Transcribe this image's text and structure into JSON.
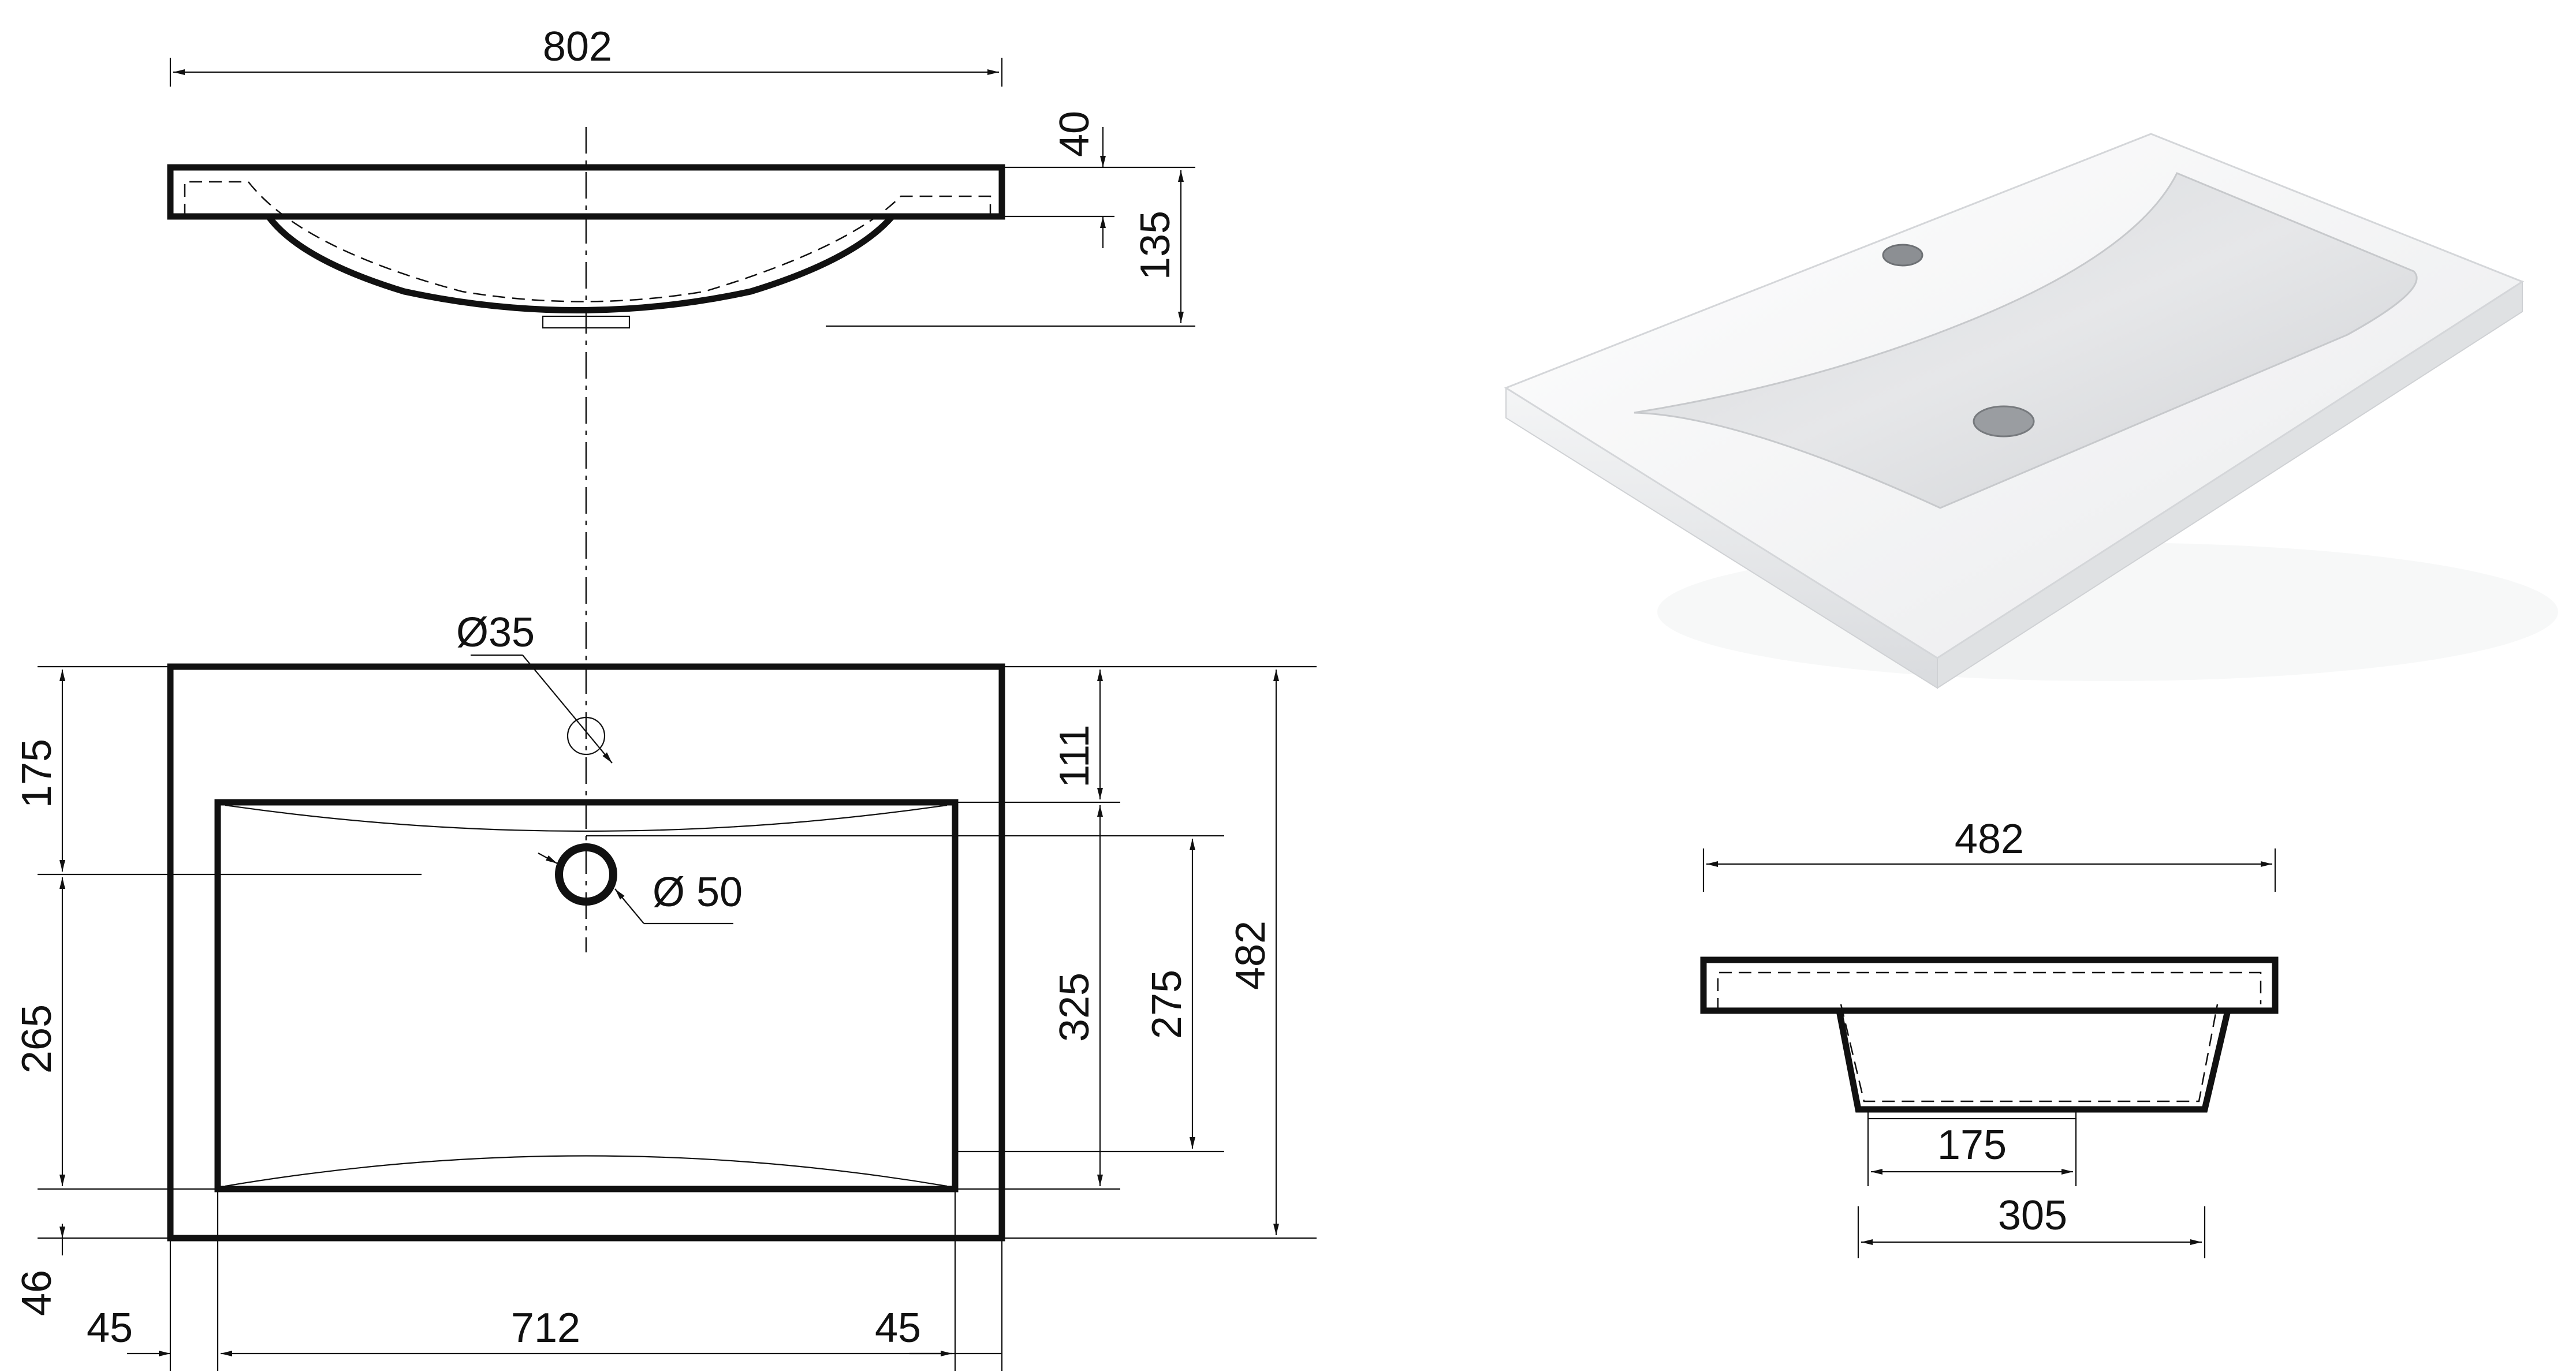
{
  "colors": {
    "ink": "#111111",
    "paper": "#ffffff",
    "basin": "#f0f1f2"
  },
  "top_section": {
    "width": "802",
    "rim_thickness": "40",
    "total_depth": "135"
  },
  "plan_view": {
    "tap_hole": "Ø35",
    "drain_hole": "Ø 50",
    "tap_to_bowl": "111",
    "bowl_depth": "325",
    "bowl_inner": "275",
    "total_depth": "482",
    "back_offset": "175",
    "front_bowl": "265",
    "front_rim": "46",
    "left_rim": "45",
    "bowl_width": "712",
    "right_rim": "45"
  },
  "side_section": {
    "width": "482",
    "bottom": "175",
    "bowl_bottom": "305"
  }
}
